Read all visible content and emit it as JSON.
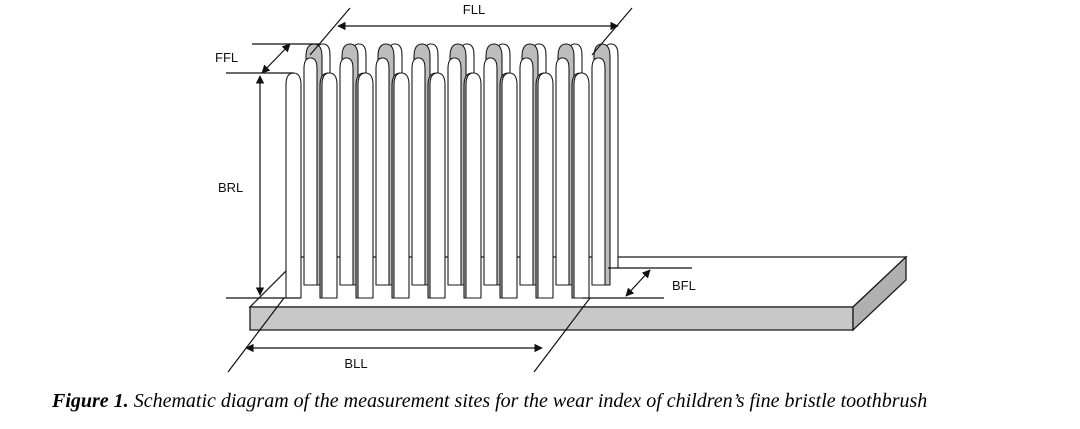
{
  "labels": {
    "fll": "FLL",
    "ffl": "FFL",
    "brl": "BRL",
    "bfl": "BFL",
    "bll": "BLL"
  },
  "caption": {
    "lead": "Figure 1.",
    "text": "Schematic diagram of the measurement sites for the wear index of children’s fine bristle toothbrush"
  },
  "colors": {
    "outline": "#1a1a1a",
    "bristle_front": "#ffffff",
    "bristle_back": "#bdbdbd",
    "plate_top": "#ffffff",
    "plate_side": "#c8c8c8"
  }
}
